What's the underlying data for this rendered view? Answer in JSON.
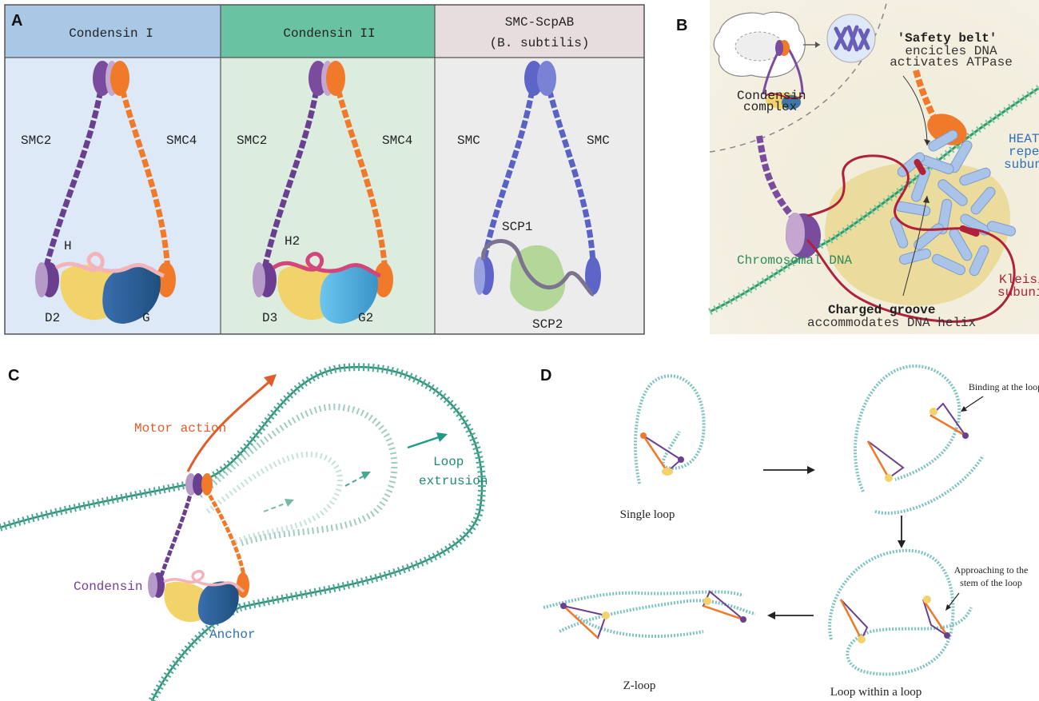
{
  "panels": {
    "a": {
      "letter": "A",
      "columns": [
        {
          "header": "Condensin I",
          "left_arm": "SMC2",
          "right_arm": "SMC4",
          "hinge_label": "H",
          "left_head_label": "D2",
          "right_head_label": "G"
        },
        {
          "header": "Condensin II",
          "left_arm": "SMC2",
          "right_arm": "SMC4",
          "hinge_label": "H2",
          "left_head_label": "D3",
          "right_head_label": "G2"
        },
        {
          "header_line1": "SMC-ScpAB",
          "header_line2": "(B. subtilis)",
          "left_arm": "SMC",
          "right_arm": "SMC",
          "top_label": "SCP1",
          "bottom_label": "SCP2"
        }
      ]
    },
    "b": {
      "letter": "B",
      "complex_label_line1": "Condensin",
      "complex_label_line2": "complex",
      "safety_belt_title": "'Safety belt'",
      "safety_belt_line1": "encicles DNA",
      "safety_belt_line2": "activates ATPase",
      "heat_line1": "HEAT-",
      "heat_line2": "repeat",
      "heat_line3": "subunit",
      "chromosomal": "Chromosomal DNA",
      "kleisin_line1": "Kleisin",
      "kleisin_line2": "subunit",
      "groove_title": "Charged groove",
      "groove_sub": "accommodates DNA helix"
    },
    "c": {
      "letter": "C",
      "motor": "Motor action",
      "loop_line1": "Loop",
      "loop_line2": "extrusion",
      "condensin": "Condensin",
      "anchor": "Anchor"
    },
    "d": {
      "letter": "D",
      "single_loop": "Single loop",
      "binding": "Binding at the loop",
      "approach_line1": "Approaching to the",
      "approach_line2": "stem of the loop",
      "loop_within": "Loop within a loop",
      "zloop": "Z-loop"
    }
  },
  "colors": {
    "condensin1_header": "#a9c8e6",
    "condensin1_body": "#dde9f6",
    "condensin2_header": "#69c3a3",
    "condensin2_body": "#dcecdf",
    "smc_header": "#e7dcde",
    "smc_body": "#ececec",
    "purple": "#6b3f8f",
    "orange": "#f07a2a",
    "blue_smc": "#5a62c4",
    "yellow": "#f2d36a",
    "teal_blue": "#3f78a8",
    "pink": "#f2a6b2",
    "kleisin_red": "#b0213a",
    "dna_green": "#3c9c86",
    "heat_blue": "#a9c4e8"
  }
}
